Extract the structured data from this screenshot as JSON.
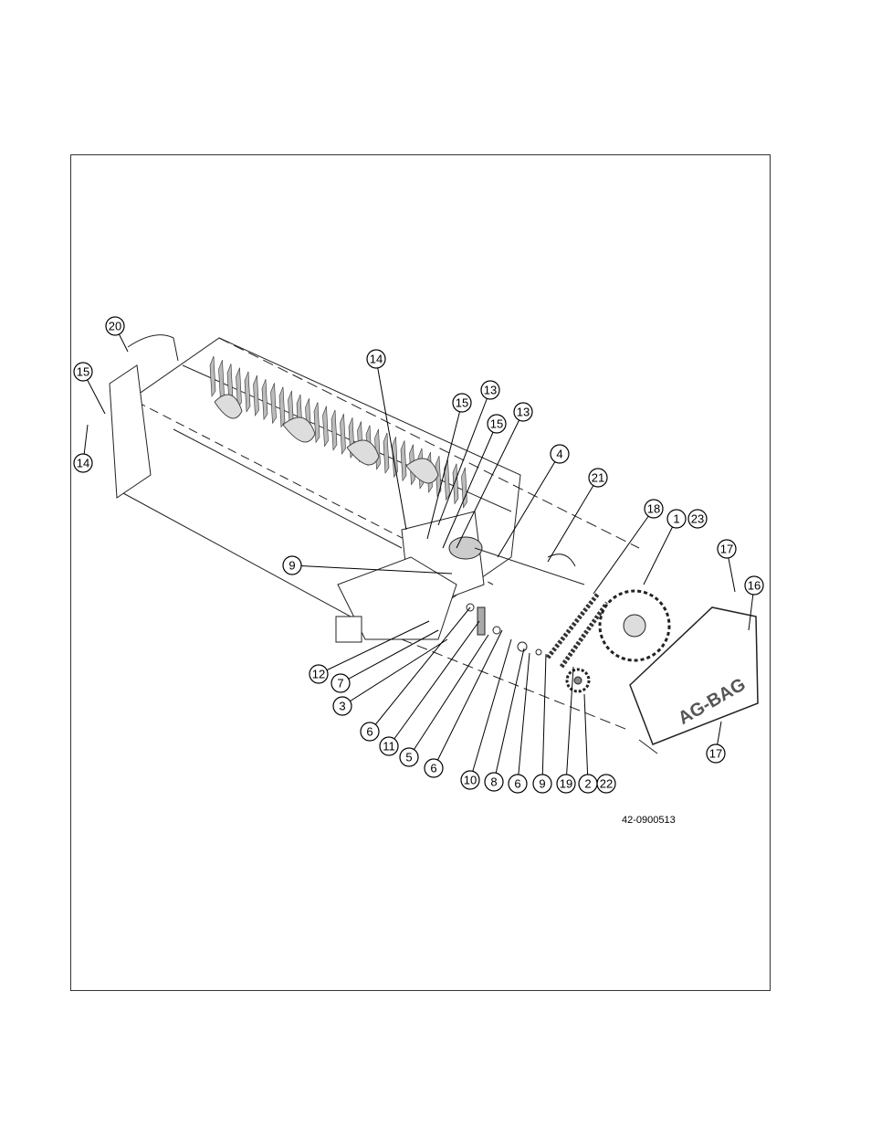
{
  "drawing": {
    "drawing_number": "42-0900513",
    "logo_text": "AG-BAG",
    "callouts": [
      "20",
      "15",
      "14",
      "14",
      "15",
      "13",
      "15",
      "13",
      "4",
      "21",
      "18",
      "1",
      "23",
      "17",
      "16",
      "9",
      "12",
      "7",
      "3",
      "6",
      "11",
      "5",
      "6",
      "10",
      "8",
      "6",
      "9",
      "19",
      "2",
      "22",
      "17"
    ]
  }
}
